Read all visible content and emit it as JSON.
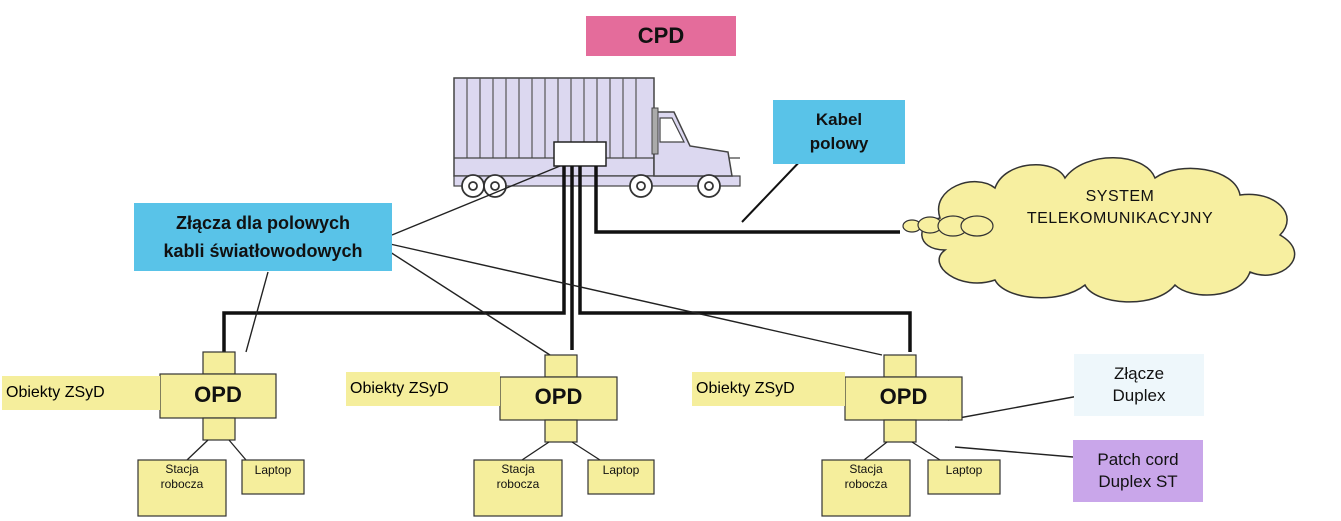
{
  "cpd": "CPD",
  "kabel_polowy": {
    "line1": "Kabel",
    "line2": "polowy"
  },
  "system": {
    "line1": "SYSTEM",
    "line2": "TELEKOMUNIKACYJNY"
  },
  "connectors": {
    "line1": "Złącza dla polowych",
    "line2": "kabli światłowodowych"
  },
  "nodes": [
    {
      "obiekty": "Obiekty ZSyD",
      "opd": "OPD",
      "stacja_line1": "Stacja",
      "stacja_line2": "robocza",
      "laptop": "Laptop"
    },
    {
      "obiekty": "Obiekty ZSyD",
      "opd": "OPD",
      "stacja_line1": "Stacja",
      "stacja_line2": "robocza",
      "laptop": "Laptop"
    },
    {
      "obiekty": "Obiekty ZSyD",
      "opd": "OPD",
      "stacja_line1": "Stacja",
      "stacja_line2": "robocza",
      "laptop": "Laptop"
    }
  ],
  "zlacze_duplex": {
    "line1": "Złącze",
    "line2": "Duplex"
  },
  "patch_cord": {
    "line1": "Patch cord",
    "line2": "Duplex ST"
  },
  "colors": {
    "cpd": "#e46c9b",
    "cyan": "#59c3e8",
    "yellow": "#f5ee9c",
    "cloud": "#f7efa0",
    "truck": "#d9d6ef",
    "lavender": "#c9a6ea"
  }
}
